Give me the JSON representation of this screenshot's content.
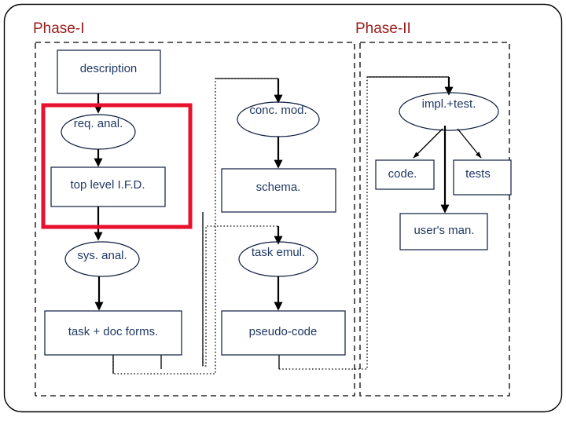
{
  "slide": {
    "background_color": "#ffffff",
    "outer_frame": {
      "name": "rounded-slide-border",
      "stroke": "#000000"
    }
  },
  "phases": [
    {
      "id": "phase-1",
      "title": "Phase-I",
      "title_color": "#9C1B1B"
    },
    {
      "id": "phase-2",
      "title": "Phase-II",
      "title_color": "#9C1B1B"
    }
  ],
  "highlight": {
    "name": "red-emphasis-box",
    "color": "#E8112D",
    "encloses": [
      "req. anal.",
      "top level I.F.D."
    ]
  },
  "chart_data": {
    "type": "diagram",
    "title": "Phase-I / Phase-II software process flow",
    "node_fill": "#ffffff",
    "node_stroke": "#0D1B3E",
    "text_color": "#1F3864",
    "nodes": [
      {
        "id": "description",
        "label": "description",
        "shape": "box",
        "column": "left",
        "phase": "Phase-I"
      },
      {
        "id": "req-anal",
        "label": "req. anal.",
        "shape": "ellipse",
        "column": "left",
        "phase": "Phase-I"
      },
      {
        "id": "top-level-ifd",
        "label": "top level I.F.D.",
        "shape": "box",
        "column": "left",
        "phase": "Phase-I"
      },
      {
        "id": "sys-anal",
        "label": "sys. anal.",
        "shape": "ellipse",
        "column": "left",
        "phase": "Phase-I"
      },
      {
        "id": "task-doc-forms",
        "label": "task + doc forms.",
        "shape": "box",
        "column": "left",
        "phase": "Phase-I"
      },
      {
        "id": "conc-mod",
        "label": "conc. mod.",
        "shape": "ellipse",
        "column": "middle",
        "phase": "Phase-I"
      },
      {
        "id": "schema",
        "label": "schema.",
        "shape": "box",
        "column": "middle",
        "phase": "Phase-I"
      },
      {
        "id": "task-emul",
        "label": "task emul.",
        "shape": "ellipse",
        "column": "middle",
        "phase": "Phase-I"
      },
      {
        "id": "pseudo-code",
        "label": "pseudo-code",
        "shape": "box",
        "column": "middle",
        "phase": "Phase-I"
      },
      {
        "id": "impl-test",
        "label": "impl.+test.",
        "shape": "ellipse",
        "column": "right",
        "phase": "Phase-II"
      },
      {
        "id": "code",
        "label": "code.",
        "shape": "box",
        "column": "right",
        "phase": "Phase-II"
      },
      {
        "id": "tests",
        "label": "tests",
        "shape": "box",
        "column": "right",
        "phase": "Phase-II"
      },
      {
        "id": "users-man",
        "label": "user's man.",
        "shape": "box",
        "column": "right",
        "phase": "Phase-II"
      }
    ],
    "edges": [
      {
        "from": "description",
        "to": "req-anal",
        "style": "solid-arrow"
      },
      {
        "from": "req-anal",
        "to": "top-level-ifd",
        "style": "solid-arrow"
      },
      {
        "from": "top-level-ifd",
        "to": "sys-anal",
        "style": "solid-arrow"
      },
      {
        "from": "sys-anal",
        "to": "task-doc-forms",
        "style": "solid-arrow"
      },
      {
        "from": "task-doc-forms",
        "to": "conc-mod",
        "style": "dotted-feedback"
      },
      {
        "from": "conc-mod",
        "to": "schema",
        "style": "solid-arrow"
      },
      {
        "from": "schema",
        "to": "task-emul",
        "style": "dotted-feedback"
      },
      {
        "from": "task-emul",
        "to": "pseudo-code",
        "style": "solid-arrow"
      },
      {
        "from": "pseudo-code",
        "to": "impl-test",
        "style": "dotted-feedback"
      },
      {
        "from": "impl-test",
        "to": "code",
        "style": "solid-arrow"
      },
      {
        "from": "impl-test",
        "to": "tests",
        "style": "solid-arrow"
      },
      {
        "from": "impl-test",
        "to": "users-man",
        "style": "solid-arrow"
      }
    ]
  }
}
